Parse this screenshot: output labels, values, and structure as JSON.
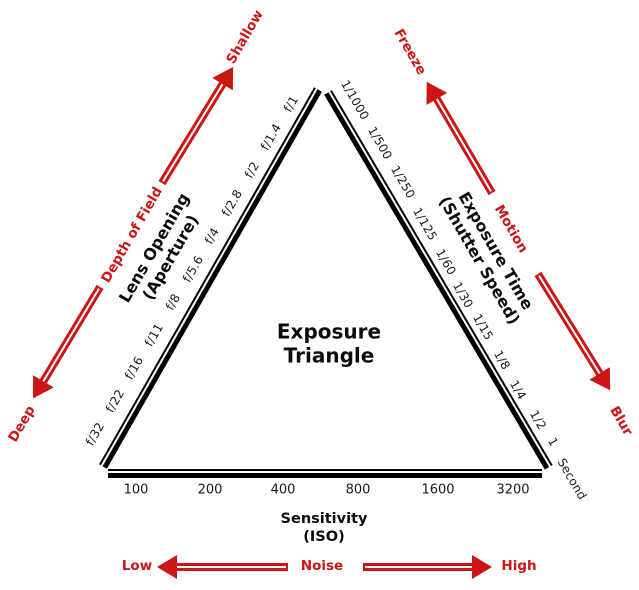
{
  "title": "Exposure Triangle",
  "colors": {
    "red": "#cc1616",
    "black": "#000000"
  },
  "center_label": {
    "line1": "Exposure",
    "line2": "Triangle"
  },
  "aperture_side": {
    "title_line1": "Lens Opening",
    "title_line2": "(Aperture)",
    "fstops": [
      "f/32",
      "f/22",
      "f/16",
      "f/11",
      "f/8",
      "f/5.6",
      "f/4",
      "f/2.8",
      "f/2",
      "f/1.4",
      "f/1"
    ],
    "arrow_label": "Depth of Field",
    "arrow_end_top": "Shallow",
    "arrow_end_bottom": "Deep"
  },
  "shutter_side": {
    "title_line1": "Exposure Time",
    "title_line2": "(Shutter Speed)",
    "speeds": [
      "1/1000",
      "1/500",
      "1/250",
      "1/125",
      "1/60",
      "1/30",
      "1/15",
      "1/8",
      "1/4",
      "1/2",
      "1"
    ],
    "unit": "Second",
    "arrow_label": "Motion",
    "arrow_end_top": "Freeze",
    "arrow_end_bottom": "Blur"
  },
  "iso_side": {
    "title_line1": "Sensitivity",
    "title_line2": "(ISO)",
    "values": [
      "100",
      "200",
      "400",
      "800",
      "1600",
      "3200"
    ],
    "arrow_label": "Noise",
    "arrow_end_left": "Low",
    "arrow_end_right": "High"
  }
}
